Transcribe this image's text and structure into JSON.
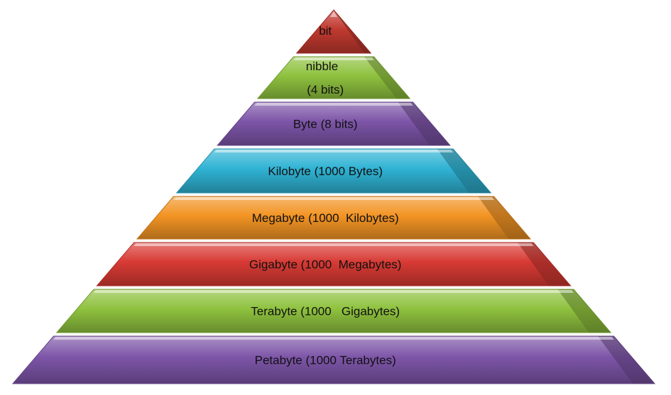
{
  "tiers": [
    {
      "lines": [
        "bit"
      ],
      "color": "#c0392f"
    },
    {
      "lines": [
        "nibble",
        "(4 bits)"
      ],
      "color": "#8fc23f"
    },
    {
      "lines": [
        "Byte (8 bits)"
      ],
      "color": "#7d55a8"
    },
    {
      "lines": [
        "Kilobyte (1000 Bytes)"
      ],
      "color": "#2fb3d4"
    },
    {
      "lines": [
        "Megabyte (1000  Kilobytes)"
      ],
      "color": "#f39424"
    },
    {
      "lines": [
        "Gigabyte (1000  Megabytes)"
      ],
      "color": "#d83a34"
    },
    {
      "lines": [
        "Terabyte (1000   Gigabytes)"
      ],
      "color": "#8fc23f"
    },
    {
      "lines": [
        "Petabyte (1000 Terabytes)"
      ],
      "color": "#7d55a8"
    }
  ]
}
